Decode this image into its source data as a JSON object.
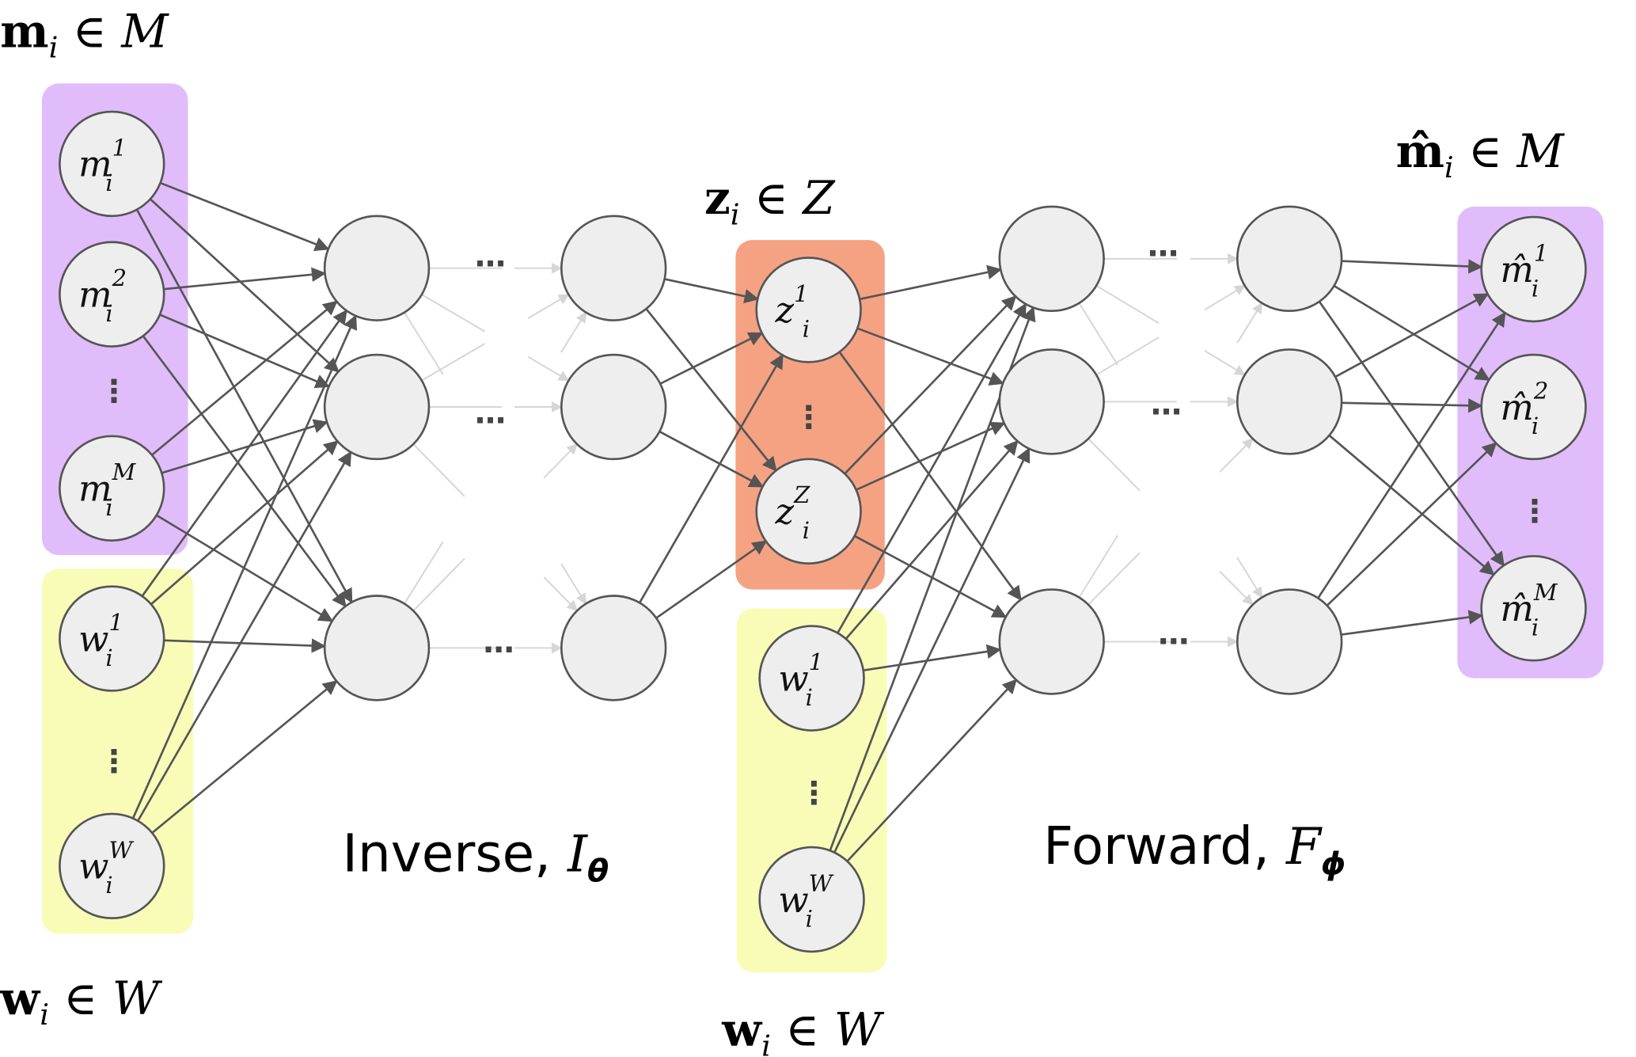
{
  "colors": {
    "input_box": "#e1bcfb",
    "weather_box": "#f8fcb6",
    "latent_box": "#f5a283",
    "node_fill": "#eeeeee",
    "node_stroke": "#555555",
    "edge_dark": "#555555",
    "edge_light": "#d6d6d6"
  },
  "labels": {
    "m_set": {
      "main": "m",
      "sub": "i",
      "rel": " ∈ ",
      "set": "M"
    },
    "w_set_left": {
      "main": "w",
      "sub": "i",
      "rel": " ∈ ",
      "set": "W"
    },
    "z_set": {
      "main": "z",
      "sub": "i",
      "rel": " ∈ ",
      "set": "Z"
    },
    "w_set_mid": {
      "main": "w",
      "sub": "i",
      "rel": " ∈ ",
      "set": "W"
    },
    "mhat_set": {
      "main": "m̂",
      "sub": "i",
      "rel": " ∈ ",
      "set": "M"
    },
    "inverse": {
      "text": "Inverse, ",
      "sym": "I",
      "sub": "θ"
    },
    "forward": {
      "text": "Forward, ",
      "sym": "F",
      "sub": "ϕ"
    }
  },
  "nodes": {
    "m1": {
      "base": "m",
      "sup": "1",
      "sub": "i"
    },
    "m2": {
      "base": "m",
      "sup": "2",
      "sub": "i"
    },
    "mM": {
      "base": "m",
      "sup": "M",
      "sub": "i"
    },
    "w1": {
      "base": "w",
      "sup": "1",
      "sub": "i"
    },
    "wW": {
      "base": "w",
      "sup": "W",
      "sub": "i"
    },
    "z1": {
      "base": "z",
      "sup": "1",
      "sub": "i"
    },
    "zZ": {
      "base": "z",
      "sup": "Z",
      "sub": "i"
    },
    "w1b": {
      "base": "w",
      "sup": "1",
      "sub": "i"
    },
    "wWb": {
      "base": "w",
      "sup": "W",
      "sub": "i"
    },
    "o1": {
      "base": "m̂",
      "sup": "1",
      "sub": "i"
    },
    "o2": {
      "base": "m̂",
      "sup": "2",
      "sub": "i"
    },
    "oM": {
      "base": "m̂",
      "sup": "M",
      "sub": "i"
    }
  },
  "ellipsis": "⋯",
  "vellipsis": "⋮"
}
